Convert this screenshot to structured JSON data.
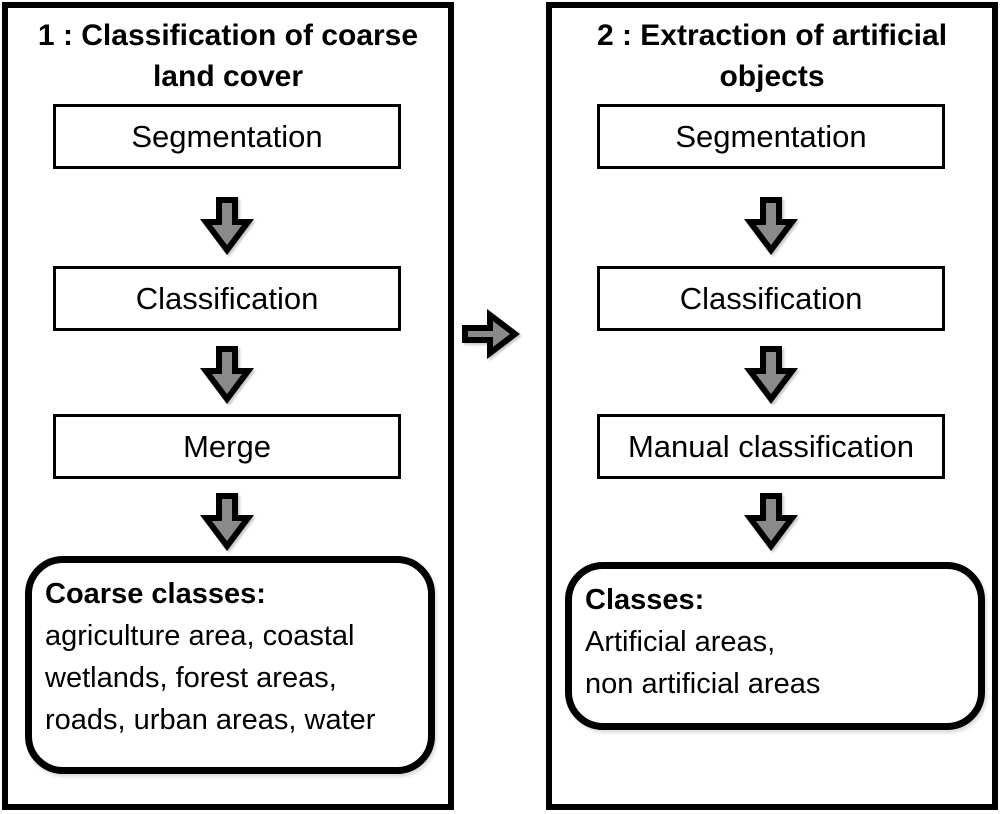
{
  "diagram": {
    "arrow_fill": "#8a8a8a",
    "arrow_outline": "#000000",
    "panels": [
      {
        "title": "1 : Classification of coarse\nland cover",
        "steps": [
          "Segmentation",
          "Classification",
          "Merge"
        ],
        "result": {
          "heading": "Coarse classes:",
          "body": "agriculture area, coastal\nwetlands, forest areas,\nroads, urban areas, water"
        }
      },
      {
        "title": "2 : Extraction of artificial\nobjects",
        "steps": [
          "Segmentation",
          "Classification",
          "Manual classification"
        ],
        "result": {
          "heading": "Classes:",
          "body": "Artificial areas,\nnon artificial areas"
        }
      }
    ]
  }
}
